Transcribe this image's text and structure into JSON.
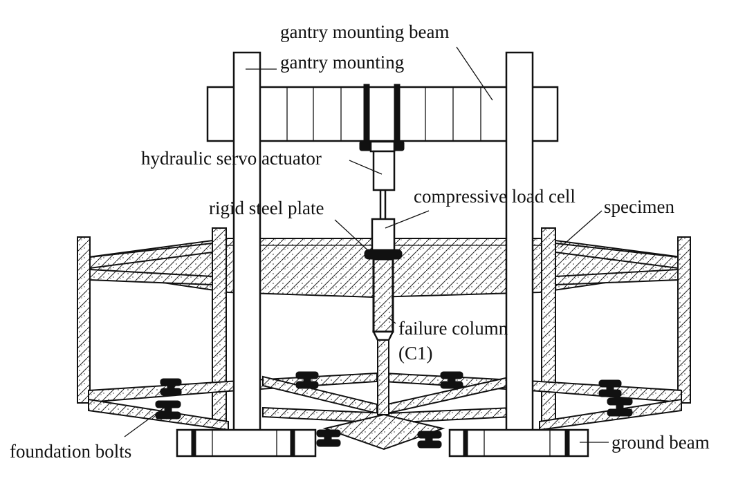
{
  "labels": {
    "gantry_mounting_beam": "gantry mounting beam",
    "gantry_mounting": "gantry mounting",
    "hydraulic_servo_actuator": "hydraulic servo actuator",
    "compressive_load_cell": "compressive load cell",
    "rigid_steel_plate": "rigid steel plate",
    "specimen": "specimen",
    "failure_column": "failure column",
    "failure_column_id": "(C1)",
    "foundation_bolts": "foundation bolts",
    "ground_beam": "ground beam"
  }
}
